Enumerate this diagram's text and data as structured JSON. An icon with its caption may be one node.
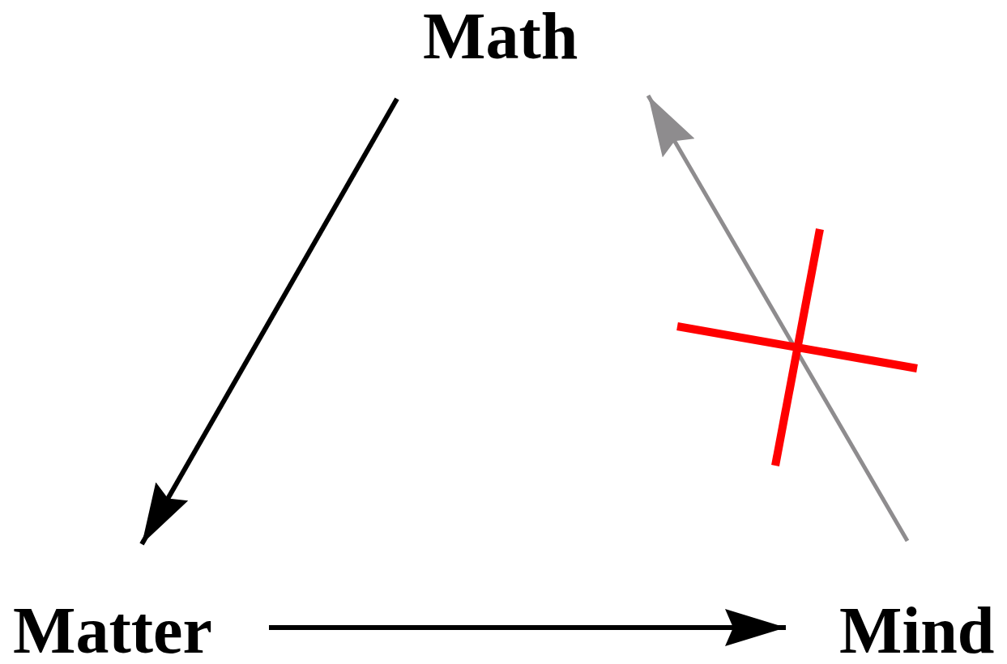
{
  "diagram": {
    "nodes": [
      {
        "text": [
          "Math"
        ]
      },
      {
        "text": [
          "Matter"
        ]
      },
      {
        "text": [
          "Mind"
        ]
      }
    ],
    "edges": [
      {
        "from": 0,
        "to": 1,
        "arrow": "to"
      },
      {
        "from": 1,
        "to": 2,
        "arrow": "to"
      },
      {
        "from": 2,
        "to": 0,
        "arrow": "to",
        "color": "#8e8c8e"
      }
    ]
  }
}
